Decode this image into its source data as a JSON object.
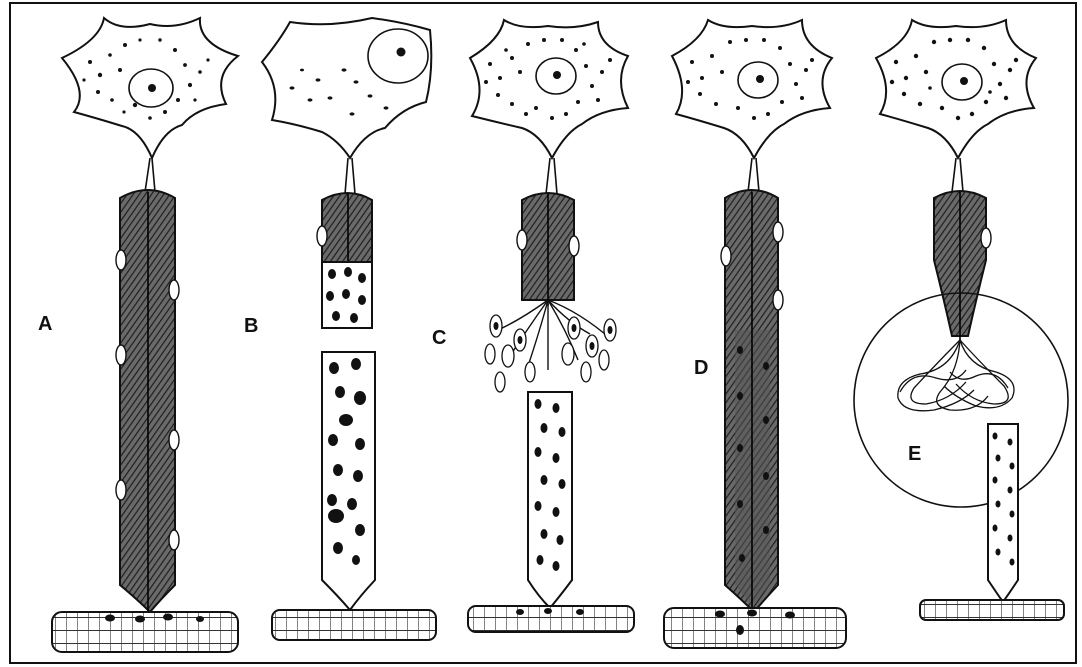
{
  "figure": {
    "panels": [
      {
        "id": "A",
        "label": "A"
      },
      {
        "id": "B",
        "label": "B"
      },
      {
        "id": "C",
        "label": "C"
      },
      {
        "id": "D",
        "label": "D"
      },
      {
        "id": "E",
        "label": "E"
      }
    ]
  },
  "colors": {
    "ink": "#111111",
    "myelin": "#3d3d3d",
    "background": "#ffffff"
  }
}
